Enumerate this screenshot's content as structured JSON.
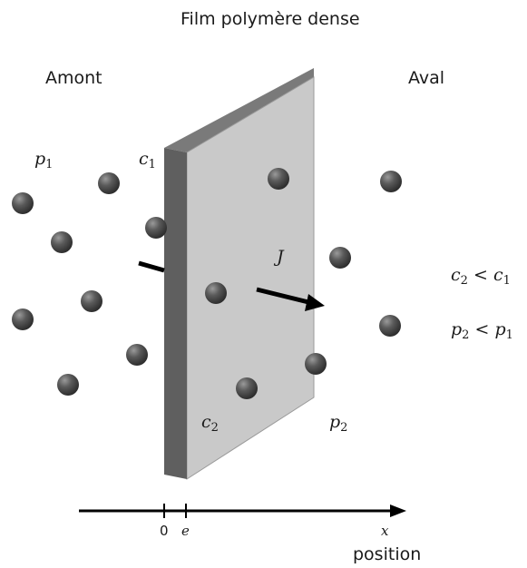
{
  "title": "Film polymère dense",
  "side_labels": {
    "upstream": "Amont",
    "downstream": "Aval"
  },
  "math_labels": {
    "p1": {
      "base": "p",
      "sub": "1"
    },
    "c1": {
      "base": "c",
      "sub": "1"
    },
    "c2_film": {
      "base": "c",
      "sub": "2"
    },
    "p2_right": {
      "base": "p",
      "sub": "2"
    },
    "J": "J",
    "rel_c": {
      "a": "c",
      "a_sub": "2",
      "op": " < ",
      "b": "c",
      "b_sub": "1"
    },
    "rel_p": {
      "a": "p",
      "a_sub": "2",
      "op": " < ",
      "b": "p",
      "b_sub": "1"
    }
  },
  "axis": {
    "tick_0": "0",
    "tick_e": "e",
    "var": "x",
    "label": "position"
  },
  "colors": {
    "film_face": "#c9c9c9",
    "film_edge": "#5f5f5f",
    "film_top": "#7a7a7a",
    "particle": "#4a4a4a",
    "arrow": "#000000"
  },
  "icons": {
    "particle": "molecule-sphere",
    "flux_arrow": "arrow-right"
  }
}
